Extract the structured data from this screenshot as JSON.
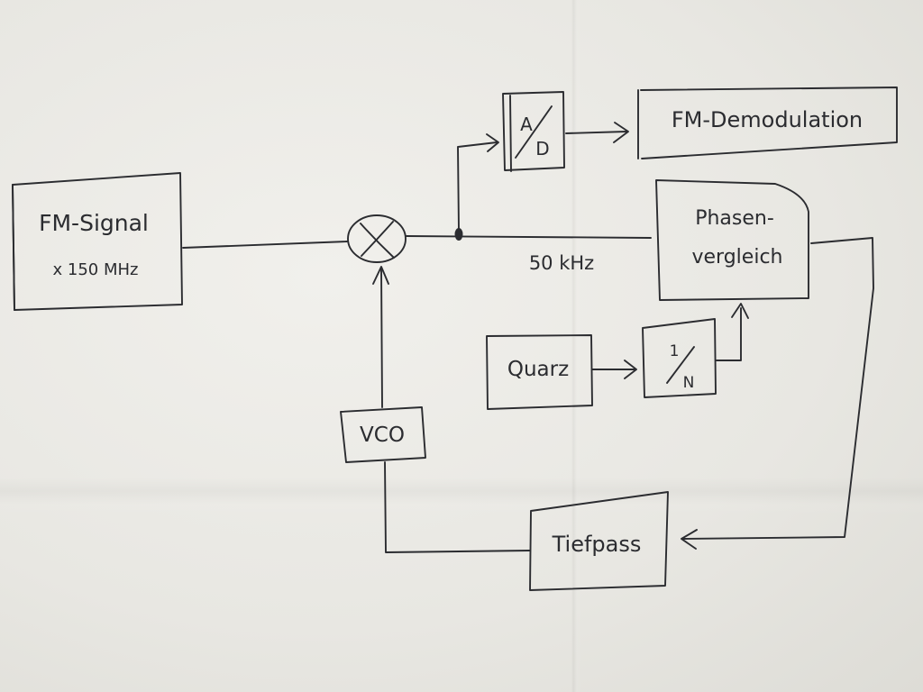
{
  "blocks": {
    "fm_signal": {
      "line1": "FM-Signal",
      "line2": "x 150 MHz"
    },
    "ad": {
      "top": "A",
      "bottom": "D"
    },
    "fm_demod": {
      "label": "FM-Demodulation"
    },
    "phase": {
      "line1": "Phasen-",
      "line2": "vergleich"
    },
    "quarz": {
      "label": "Quarz"
    },
    "divider": {
      "top": "1",
      "bottom": "N"
    },
    "vco": {
      "label": "VCO"
    },
    "lowpass": {
      "label": "Tiefpass"
    }
  },
  "annotations": {
    "frequency": "50 kHz"
  }
}
